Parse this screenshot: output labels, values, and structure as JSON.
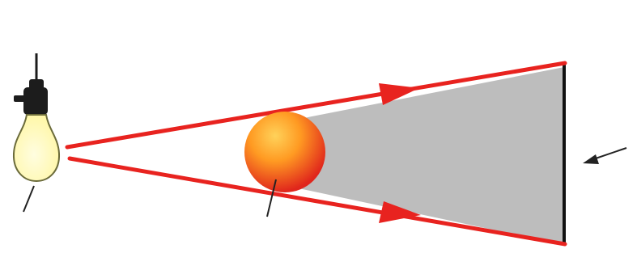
{
  "figure": {
    "description_shown_text": [],
    "elements": {
      "light_source": "light-bulb-icon",
      "opaque_object": "sphere",
      "screen": "screen-line",
      "rays": [
        "upper-light-ray",
        "lower-light-ray"
      ],
      "shadow": "shadow-region",
      "pointer": "pointer-arrow"
    }
  },
  "colors": {
    "background": "#ffffff",
    "ray": "#e8231f",
    "shadow": "#bdbdbd",
    "screen": "#111111",
    "bulb_glass": "#fff7a8",
    "bulb_outline": "#6b6b3a",
    "socket": "#1c1c1c",
    "sphere_light": "#ffd25a",
    "sphere_mid": "#ff9a22",
    "sphere_dark": "#e0261c",
    "label_lines": "#222222"
  }
}
